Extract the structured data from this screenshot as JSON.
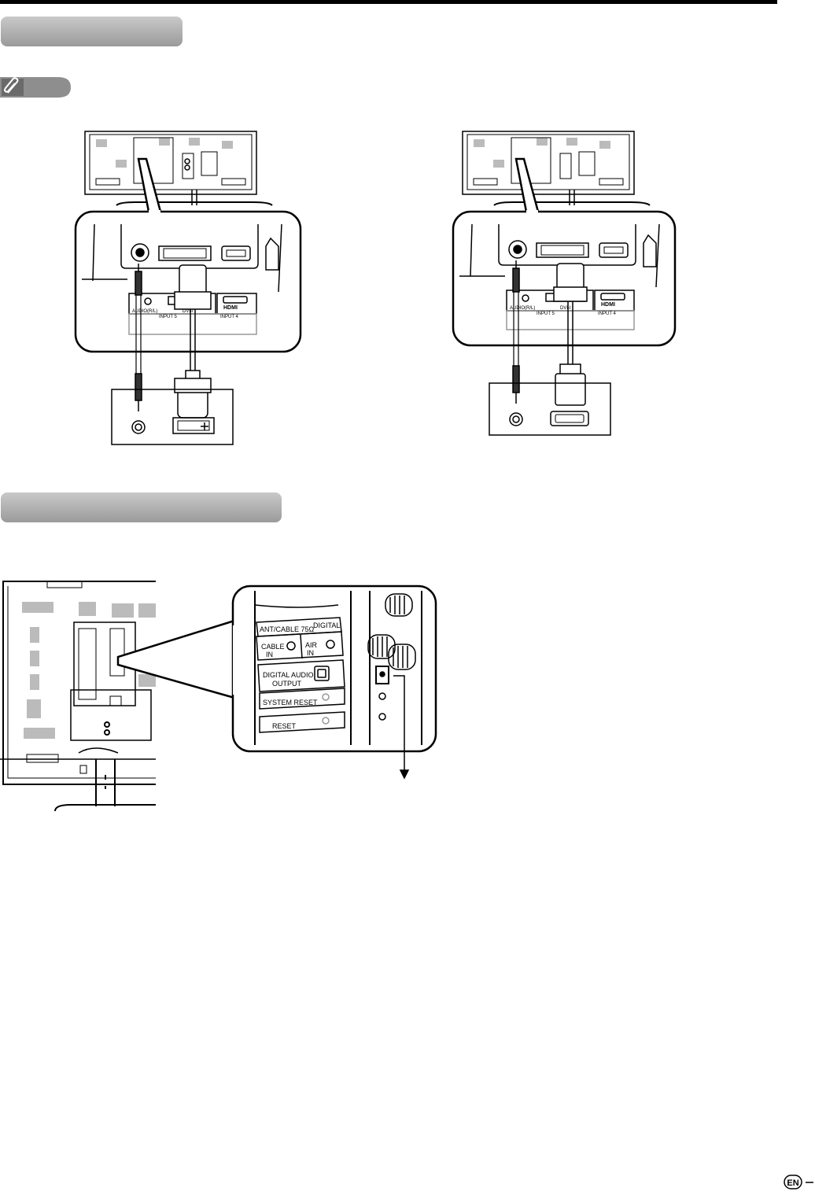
{
  "panel_labels": {
    "audio_rl": "AUDIO(R/L)",
    "dvi_i": "DVI-I",
    "input5": "INPUT 5",
    "input4": "INPUT 4",
    "hdmi_logo": "HDMI"
  },
  "rear_terminal": {
    "ant_cable": "ANT/CABLE 75Ω",
    "digital": "DIGITAL",
    "cable_in_1": "CABLE",
    "cable_in_2": "IN",
    "air_in_1": "AIR",
    "air_in_2": "IN",
    "digital_audio_1": "DIGITAL AUDIO",
    "digital_audio_2": "OUTPUT",
    "system_reset": "SYSTEM RESET",
    "reset": "RESET"
  },
  "page_badge": "EN",
  "colors": {
    "bar_top": "#c9c9c9",
    "bar_bottom": "#9a9a9a",
    "line": "#000000"
  }
}
